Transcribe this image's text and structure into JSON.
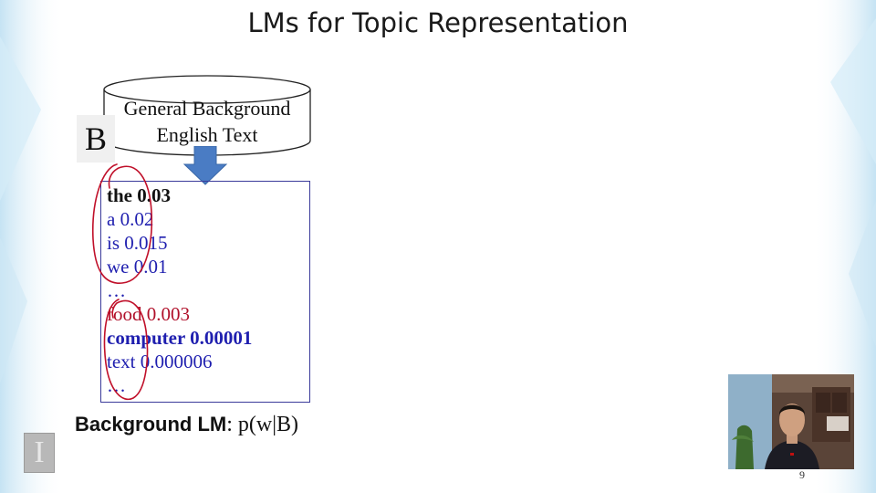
{
  "slide": {
    "title": "LMs for Topic Representation",
    "page_number": "9"
  },
  "source": {
    "line1": "General Background",
    "line2": "English Text",
    "label": "B"
  },
  "words": [
    {
      "text": "the 0.03",
      "color": "#111111",
      "bold": true
    },
    {
      "text": "a 0.02",
      "color": "#1f1faf",
      "bold": false
    },
    {
      "text": "is 0.015",
      "color": "#1f1faf",
      "bold": false
    },
    {
      "text": "we 0.01",
      "color": "#1f1faf",
      "bold": false
    },
    {
      "text": "…",
      "color": "#1f1faf",
      "bold": false
    },
    {
      "text": "food 0.003",
      "color": "#b0102a",
      "bold": false
    },
    {
      "text": "computer 0.00001",
      "color": "#1f1faf",
      "bold": true
    },
    {
      "text": "text 0.000006",
      "color": "#1f1faf",
      "bold": false
    },
    {
      "text": "…",
      "color": "#1f1faf",
      "bold": false
    }
  ],
  "caption": {
    "label": "Background LM",
    "formula": ": p(w|B)"
  },
  "logo": {
    "glyph": "I"
  },
  "colors": {
    "arrow": "#4a7cc4",
    "ink": "#c0102a",
    "box_border": "#3a3a9a"
  }
}
